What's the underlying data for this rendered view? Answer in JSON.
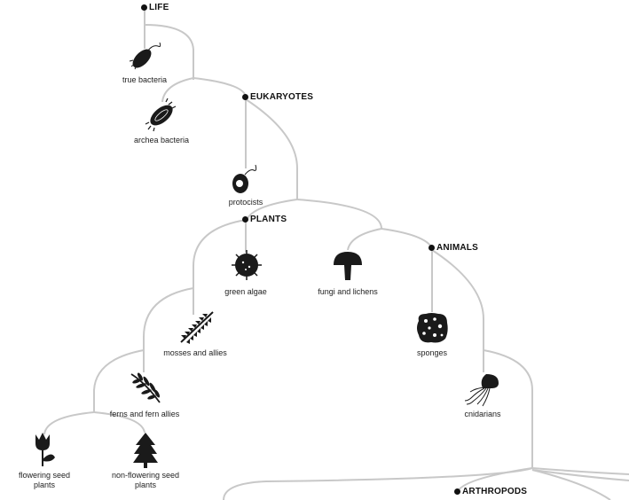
{
  "clades": {
    "life": "LIFE",
    "eukaryotes": "EUKARYOTES",
    "plants": "PLANTS",
    "animals": "ANIMALS",
    "arthropods": "ARTHROPODS"
  },
  "leaves": {
    "true_bacteria": "true bacteria",
    "archea_bacteria": "archea bacteria",
    "protoctists": "protocists",
    "green_algae": "green algae",
    "fungi": "fungi and lichens",
    "mosses": "mosses and allies",
    "sponges": "sponges",
    "ferns": "ferns and fern allies",
    "cnidarians": "cnidarians",
    "flowering": "flowering seed plants",
    "non_flowering": "non-flowering seed plants"
  },
  "colors": {
    "branch": "#c8c8c8",
    "icon": "#1a1a1a",
    "text": "#222222"
  }
}
